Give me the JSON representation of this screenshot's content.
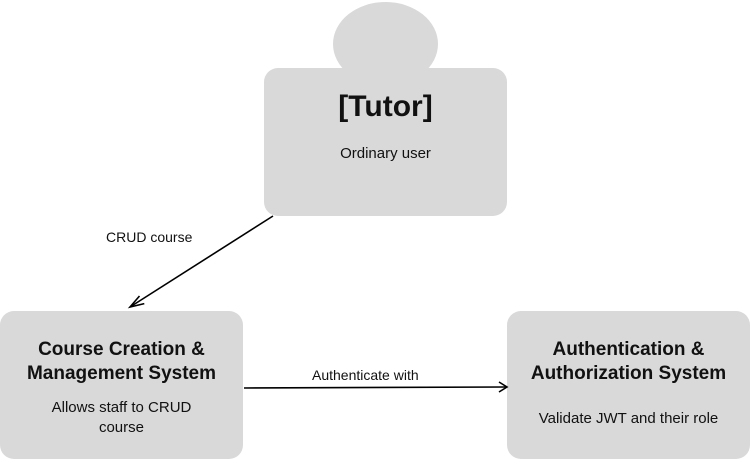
{
  "actor": {
    "title": "[Tutor]",
    "description": "Ordinary user"
  },
  "systems": {
    "course": {
      "title_line1": "Course Creation &",
      "title_line2": "Management System",
      "description_line1": "Allows staff to CRUD",
      "description_line2": "course"
    },
    "auth": {
      "title_line1": "Authentication &",
      "title_line2": "Authorization System",
      "description": "Validate JWT and their role"
    }
  },
  "relations": {
    "tutor_to_course": "CRUD course",
    "course_to_auth": "Authenticate with"
  },
  "colors": {
    "node_fill": "#d9d9d9",
    "edge": "#000000"
  }
}
